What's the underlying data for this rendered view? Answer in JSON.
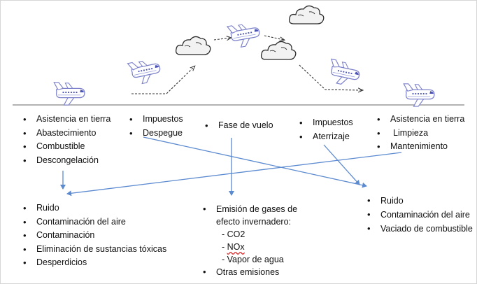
{
  "colors": {
    "arrow_blue": "#5b8ad0",
    "timeline_gray": "#9a9a9a",
    "dash_gray": "#333333",
    "plane_body": "#ffffff",
    "plane_accent": "#6a73c9",
    "cloud_fill": "#f2f2f2"
  },
  "icons": [
    "airplane-icon",
    "cloud-icon"
  ],
  "stages": {
    "ground_departure": [
      "Asistencia en tierra",
      "Abastecimiento",
      "Combustible",
      "Descongelación"
    ],
    "takeoff": [
      "Impuestos",
      "Despegue"
    ],
    "flight": [
      "Fase de vuelo"
    ],
    "landing": [
      "Impuestos",
      "Aterrizaje"
    ],
    "ground_arrival": [
      "Asistencia en tierra",
      "Limpieza",
      "Mantenimiento"
    ]
  },
  "impacts": {
    "left": [
      "Ruido",
      "Contaminación del aire",
      "Contaminación",
      "Eliminación de sustancias tóxicas",
      "Desperdicios"
    ],
    "middle": {
      "head_line1": "Emisión de gases de",
      "head_line2": "efecto invernadero:",
      "sub1": "- CO2",
      "sub2_prefix": "- ",
      "sub2_word": "NOx",
      "sub3": "- Vapor de agua",
      "tail": "Otras emisiones"
    },
    "right": [
      "Ruido",
      "Contaminación del aire",
      "Vaciado de combustible"
    ]
  }
}
